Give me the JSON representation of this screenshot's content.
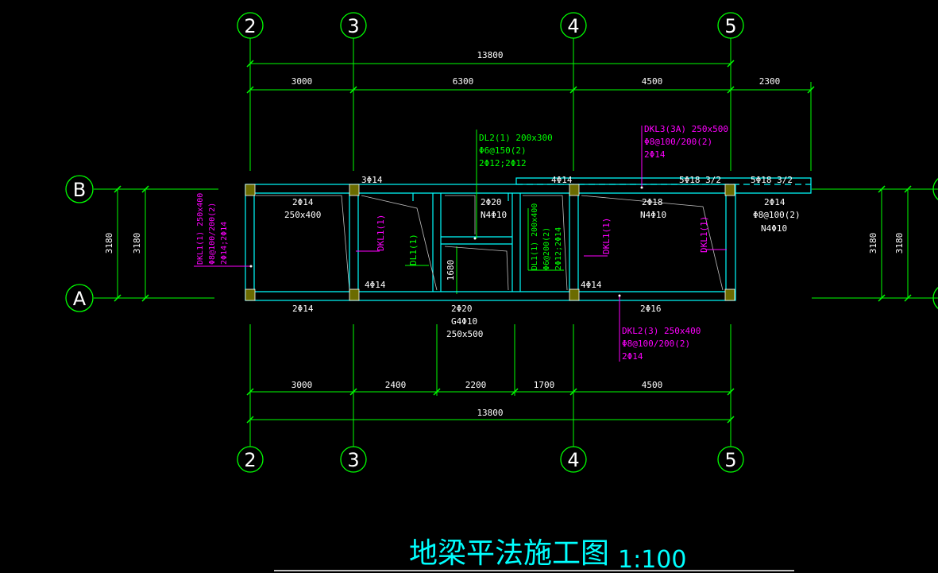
{
  "colors": {
    "background": "#000000",
    "dimension": "#00ff00",
    "beam": "#00ffff",
    "annotation_green": "#00ff00",
    "annotation_magenta": "#ff00ff",
    "text_white": "#ffffff",
    "title": "#00ffff",
    "thin_line": "#bfbfbf",
    "hatch": "#808000"
  },
  "grid_axes": {
    "vertical": [
      "2",
      "3",
      "4",
      "5"
    ],
    "horizontal": [
      "B",
      "A"
    ]
  },
  "dimensions": {
    "top_total": "13800",
    "top_segments": [
      "3000",
      "6300",
      "4500",
      "2300"
    ],
    "bottom_segments": [
      "3000",
      "2400",
      "2200",
      "1700",
      "4500"
    ],
    "bottom_total": "13800",
    "left_outer": "3180",
    "left_inner": "3180",
    "right_inner": "3180",
    "right_outer": "3180",
    "inner_1680": "1680"
  },
  "callouts": {
    "dl2": {
      "line1": "DL2(1) 200x300",
      "line2": "Φ6@150(2)",
      "line3": "2Φ12;2Φ12"
    },
    "dkl3": {
      "line1": "DKL3(3A) 250x500",
      "line2": "Φ8@100/200(2)",
      "line3": "2Φ14"
    },
    "dkl1_left": {
      "line1": "DKL1(1) 250x400",
      "line2": "Φ8@100/200(2)",
      "line3": "2Φ14;2Φ14"
    },
    "dl1_mid": {
      "line1": "DL1(1) 200x400",
      "line2": "Φ6@200(2)",
      "line3": "2Φ12;2Φ14"
    },
    "dkl2": {
      "line1": "DKL2(3) 250x400",
      "line2": "Φ8@100/200(2)",
      "line3": "2Φ14"
    }
  },
  "beam_labels": {
    "dkl1_a": "DKL1(1)",
    "dl1": "DL1(1)",
    "dkl1_b": "DKL1(1)",
    "dkl1_c": "DKL1(1)"
  },
  "reinforcement": {
    "top_3phi14": "3Φ14",
    "top_4phi14": "4Φ14",
    "top_5phi18": "5Φ18 3/2",
    "top_5phi18_right": "5Φ18 3/2",
    "span1_top": "2Φ14",
    "span1_size": "250x400",
    "span3_top": "2Φ20",
    "span3_n": "N4Φ10",
    "span4_top": "2Φ18",
    "span4_n": "N4Φ10",
    "right_1": "2Φ14",
    "right_2": "Φ8@100(2)",
    "right_3": "N4Φ10",
    "bot_4phi14_a": "4Φ14",
    "bot_4phi14_b": "4Φ14",
    "bot_span1": "2Φ14",
    "bot_mid_1": "2Φ20",
    "bot_mid_2": "G4Φ10",
    "bot_mid_3": "250x500",
    "bot_span4": "2Φ16"
  },
  "title": {
    "name": "地梁平法施工图",
    "scale": "1:100"
  }
}
